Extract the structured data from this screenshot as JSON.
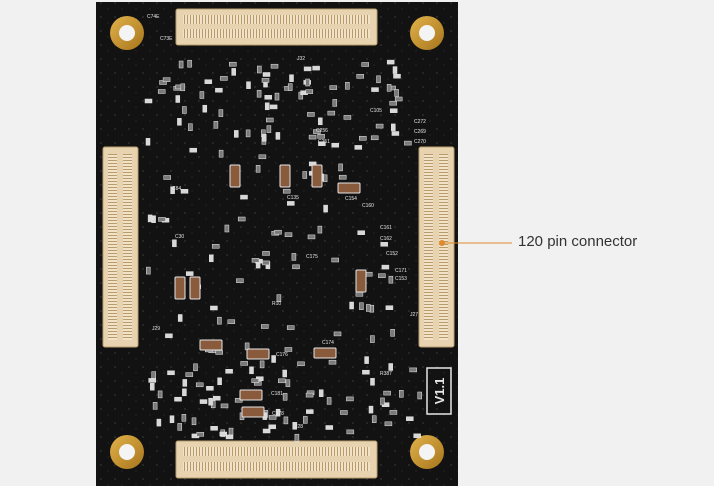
{
  "callout": {
    "label": "120 pin connector",
    "line_color": "#e08a2e"
  },
  "board": {
    "version_mark": "V1.1",
    "silk_labels": [
      "C74E",
      "C73E",
      "J32",
      "C256",
      "C251",
      "C154",
      "C135",
      "C175",
      "C176",
      "C174",
      "C181",
      "C178",
      "C105",
      "C84",
      "C30",
      "R10",
      "J27",
      "J29",
      "J28",
      "R387",
      "C272",
      "C269",
      "C270",
      "C160",
      "C171",
      "C153",
      "C152",
      "C161",
      "C162"
    ],
    "colors": {
      "pcb": "#111111",
      "silk": "#e6e6e6",
      "gold": "#c9962e",
      "connector": "#f0dcc0",
      "component": "#8a5a3c"
    }
  }
}
